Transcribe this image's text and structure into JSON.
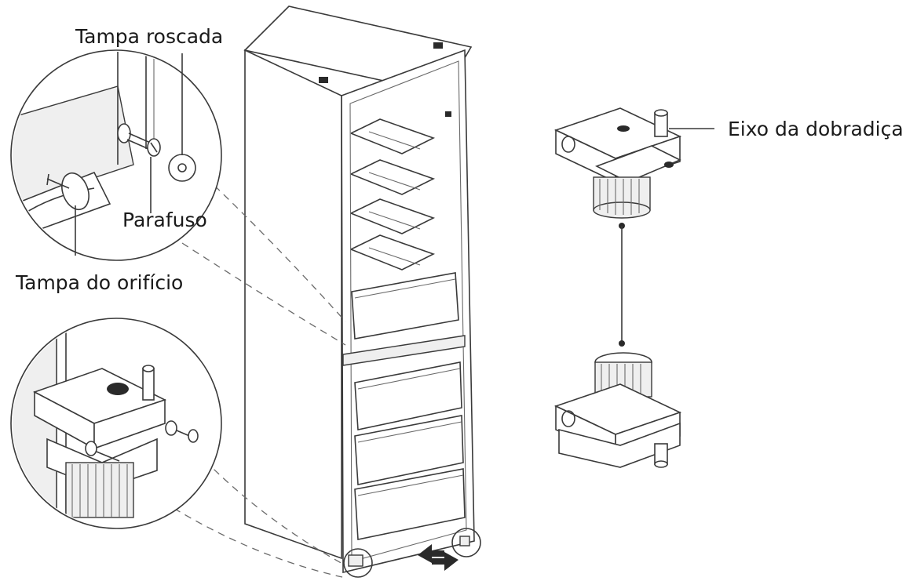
{
  "labels": {
    "threaded_cap": "Tampa roscada",
    "screw": "Parafuso",
    "hole_cover": "Tampa do orifício",
    "hinge_pin": "Eixo da dobradiça"
  }
}
